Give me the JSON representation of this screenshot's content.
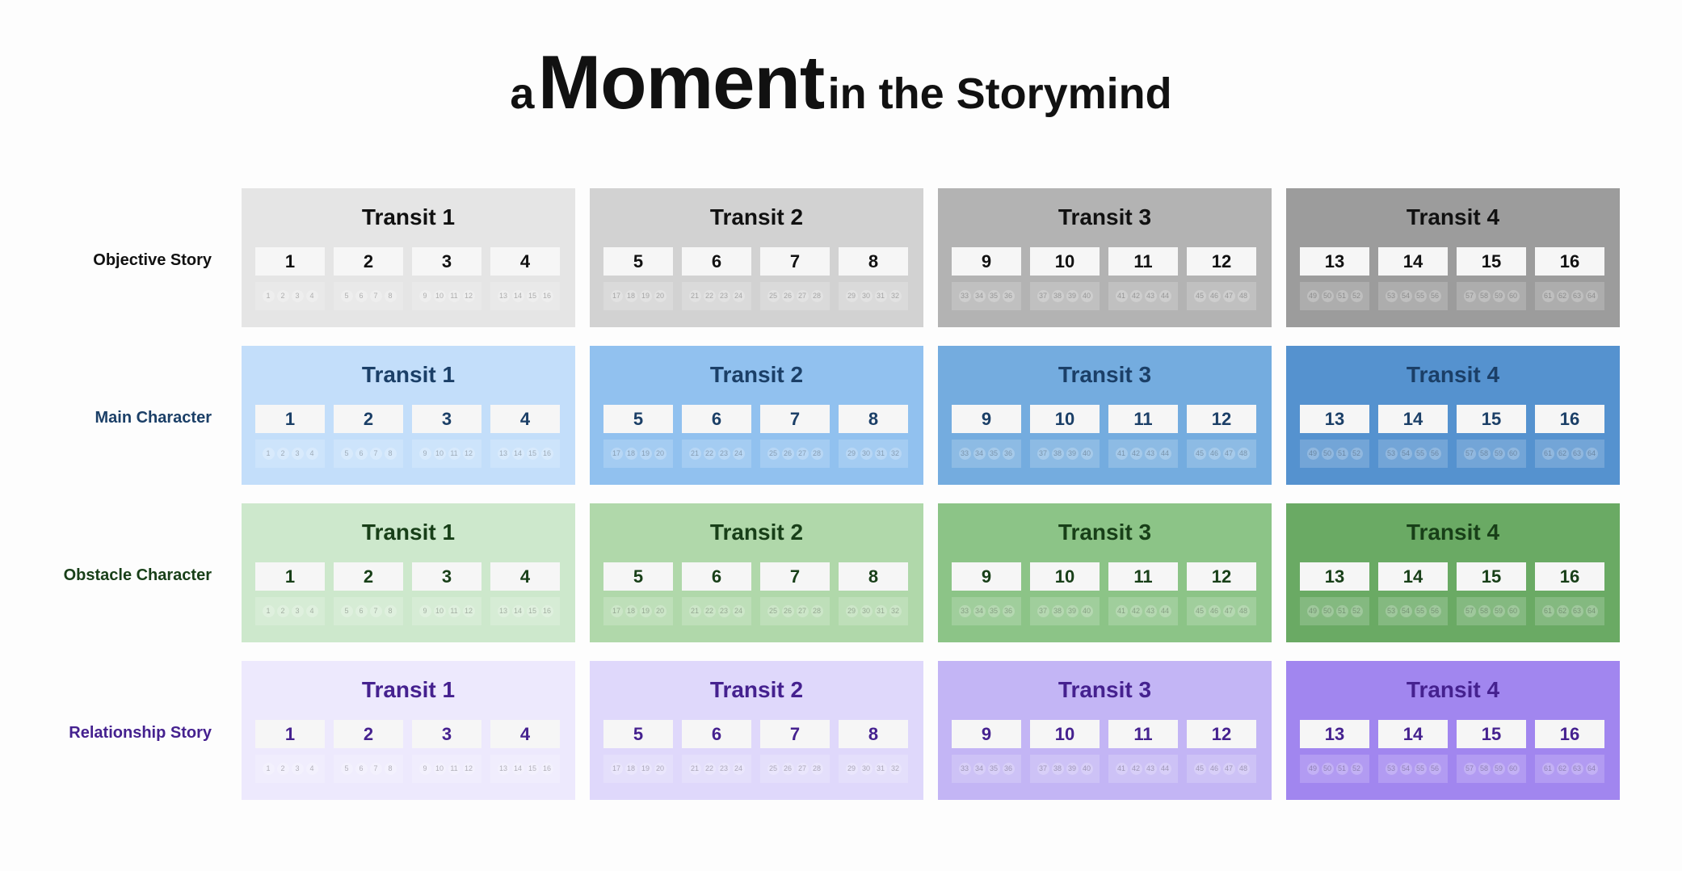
{
  "title": {
    "prefix": "a",
    "main": "Moment",
    "suffix": "in the Storymind"
  },
  "rows": [
    {
      "label": "Objective Story",
      "label_color": "#111111",
      "text_color": "#111111",
      "panel_colors": [
        "#e5e5e5",
        "#d2d2d2",
        "#b3b3b3",
        "#9c9c9c"
      ]
    },
    {
      "label": "Main Character",
      "label_color": "#1b3f67",
      "text_color": "#1b3f67",
      "panel_colors": [
        "#c3defa",
        "#91c1ef",
        "#74acdf",
        "#5592cf"
      ]
    },
    {
      "label": "Obstacle Character",
      "label_color": "#183f18",
      "text_color": "#183f18",
      "panel_colors": [
        "#cde8cc",
        "#b0d8aa",
        "#8cc487",
        "#6aaa64"
      ]
    },
    {
      "label": "Relationship Story",
      "label_color": "#45218f",
      "text_color": "#45218f",
      "panel_colors": [
        "#ede9fd",
        "#dfd8fb",
        "#c3b5f5",
        "#a186ef"
      ]
    }
  ],
  "transits": [
    {
      "title": "Transit 1",
      "boxes": [
        {
          "label": "1",
          "sub": [
            "1",
            "2",
            "3",
            "4"
          ]
        },
        {
          "label": "2",
          "sub": [
            "5",
            "6",
            "7",
            "8"
          ]
        },
        {
          "label": "3",
          "sub": [
            "9",
            "10",
            "11",
            "12"
          ]
        },
        {
          "label": "4",
          "sub": [
            "13",
            "14",
            "15",
            "16"
          ]
        }
      ]
    },
    {
      "title": "Transit 2",
      "boxes": [
        {
          "label": "5",
          "sub": [
            "17",
            "18",
            "19",
            "20"
          ]
        },
        {
          "label": "6",
          "sub": [
            "21",
            "22",
            "23",
            "24"
          ]
        },
        {
          "label": "7",
          "sub": [
            "25",
            "26",
            "27",
            "28"
          ]
        },
        {
          "label": "8",
          "sub": [
            "29",
            "30",
            "31",
            "32"
          ]
        }
      ]
    },
    {
      "title": "Transit 3",
      "boxes": [
        {
          "label": "9",
          "sub": [
            "33",
            "34",
            "35",
            "36"
          ]
        },
        {
          "label": "10",
          "sub": [
            "37",
            "38",
            "39",
            "40"
          ]
        },
        {
          "label": "11",
          "sub": [
            "41",
            "42",
            "43",
            "44"
          ]
        },
        {
          "label": "12",
          "sub": [
            "45",
            "46",
            "47",
            "48"
          ]
        }
      ]
    },
    {
      "title": "Transit 4",
      "boxes": [
        {
          "label": "13",
          "sub": [
            "49",
            "50",
            "51",
            "52"
          ]
        },
        {
          "label": "14",
          "sub": [
            "53",
            "54",
            "55",
            "56"
          ]
        },
        {
          "label": "15",
          "sub": [
            "57",
            "58",
            "59",
            "60"
          ]
        },
        {
          "label": "16",
          "sub": [
            "61",
            "62",
            "63",
            "64"
          ]
        }
      ]
    }
  ]
}
